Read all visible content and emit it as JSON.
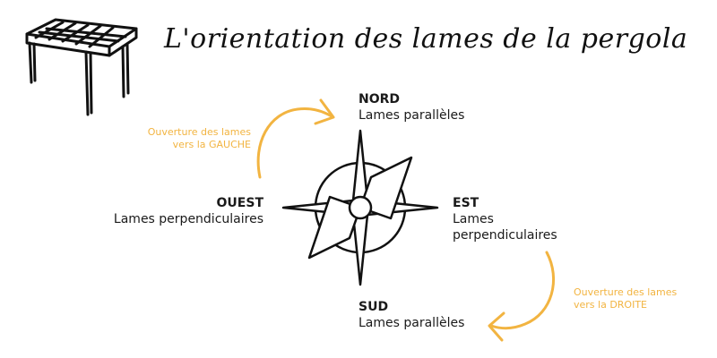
{
  "title": "L'orientation des lames de la pergola",
  "directions": {
    "north": {
      "label": "NORD",
      "desc": "Lames parallèles"
    },
    "west": {
      "label": "OUEST",
      "desc": "Lames perpendiculaires"
    },
    "east": {
      "label": "EST",
      "desc_line1": "Lames",
      "desc_line2": "perpendiculaires"
    },
    "south": {
      "label": "SUD",
      "desc": "Lames parallèles"
    }
  },
  "notes": {
    "left": {
      "line1": "Ouverture des lames",
      "line2": "vers la GAUCHE"
    },
    "right": {
      "line1": "Ouverture des lames",
      "line2": "vers la DROITE"
    }
  },
  "colors": {
    "accent": "#f2b441",
    "ink": "#1a1a1a"
  },
  "icons": [
    "pergola-icon",
    "compass-rose-icon",
    "curved-arrow-left-icon",
    "curved-arrow-right-icon"
  ]
}
